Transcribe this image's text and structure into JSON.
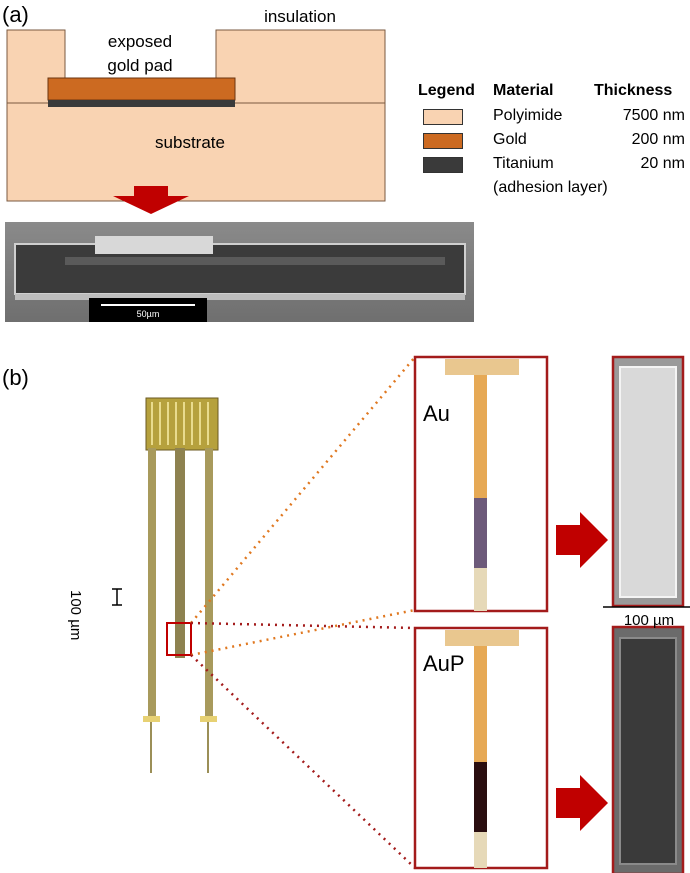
{
  "panel_a": {
    "label": "(a)",
    "insulation_label": "insulation",
    "pad_label_line1": "exposed",
    "pad_label_line2": "gold pad",
    "substrate_label": "substrate",
    "sem_scale_bar": "50µm"
  },
  "legend": {
    "col_legend": "Legend",
    "col_material": "Material",
    "col_thickness": "Thickness",
    "rows": [
      {
        "material": "Polyimide",
        "thickness": "7500 nm",
        "color": "#F9D3B2"
      },
      {
        "material": "Gold",
        "thickness": "200 nm",
        "color": "#CC6A21"
      },
      {
        "material": "Titanium",
        "thickness": "20 nm",
        "color": "#3A3A3A"
      }
    ],
    "titanium_note": "(adhesion layer)"
  },
  "panel_b": {
    "label": "(b)",
    "probe_scale": "100 µm",
    "inset_top_label": "Au",
    "inset_bottom_label": "AuP",
    "sem_scale": "100 µm"
  },
  "colors": {
    "polyimide": "#F9D3B2",
    "gold": "#CC6A21",
    "titanium": "#3A3A3A",
    "arrow_red": "#C00000",
    "inset_border": "#A31B1B",
    "orange_dots": "#E07820",
    "red_dots": "#A31B1B"
  }
}
